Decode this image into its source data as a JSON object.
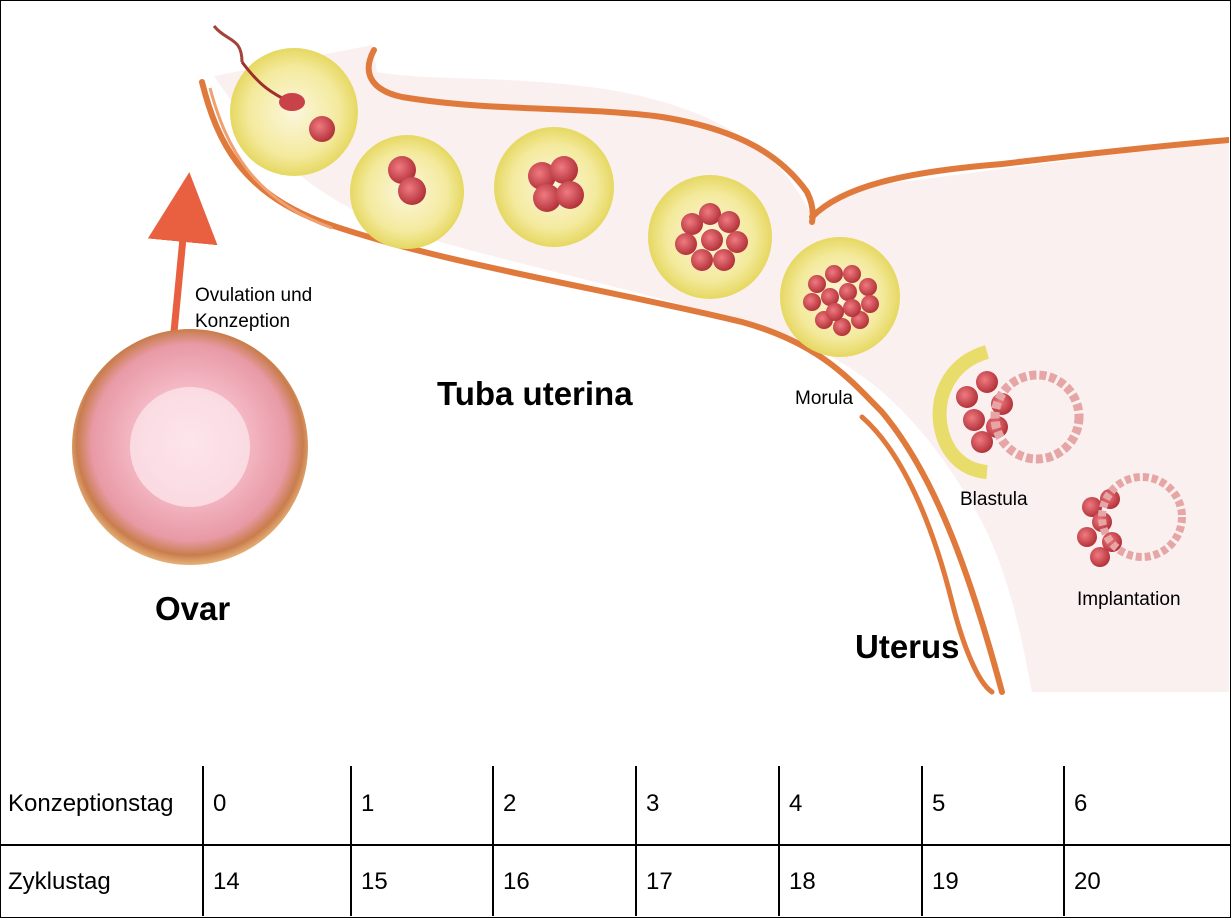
{
  "labels": {
    "ovulation_line1": "Ovulation und",
    "ovulation_line2": "Konzeption",
    "tuba": "Tuba uterina",
    "ovar": "Ovar",
    "morula": "Morula",
    "blastula": "Blastula",
    "implantation": "Implantation",
    "uterus": "Uterus"
  },
  "table": {
    "row1_header": "Konzeptionstag",
    "row1_values": [
      "0",
      "1",
      "2",
      "3",
      "4",
      "5",
      "6"
    ],
    "row2_header": "Zyklustag",
    "row2_values": [
      "14",
      "15",
      "16",
      "17",
      "18",
      "19",
      "20"
    ]
  },
  "colors": {
    "tube_wall": "#e07a3c",
    "egg_fill": "#f3eaa0",
    "cell_fill": "#c9424a",
    "ovary_fill": "#f2b6c0",
    "ovary_rim": "#c98a52",
    "arrow": "#e86040"
  }
}
